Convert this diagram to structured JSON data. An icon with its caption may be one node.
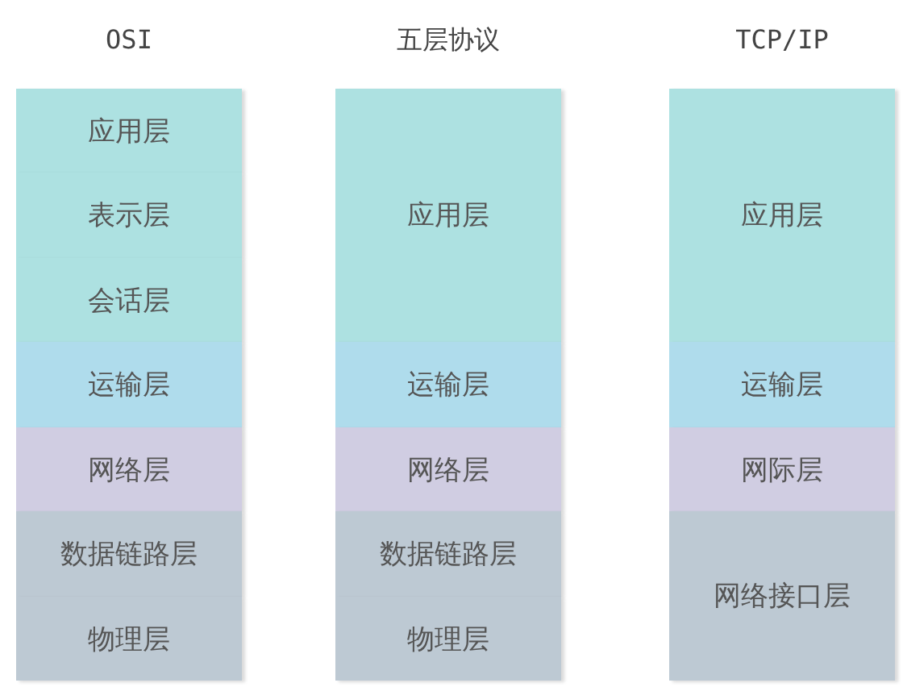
{
  "diagram": {
    "nodes": [
      {
        "text": [
          "应用层"
        ]
      },
      {
        "text": [
          "表示层"
        ]
      },
      {
        "text": [
          "会话层"
        ]
      },
      {
        "text": [
          "运输层"
        ]
      },
      {
        "text": [
          "网络层"
        ]
      },
      {
        "text": [
          "数据链路层"
        ]
      },
      {
        "text": [
          "物理层"
        ]
      },
      {
        "text": [
          "应用层"
        ]
      },
      {
        "text": [
          "运输层"
        ]
      },
      {
        "text": [
          "网络层"
        ]
      },
      {
        "text": [
          "数据链路层"
        ]
      },
      {
        "text": [
          "物理层"
        ]
      },
      {
        "text": [
          "应用层"
        ]
      },
      {
        "text": [
          "运输层"
        ]
      },
      {
        "text": [
          "网际层"
        ]
      },
      {
        "text": [
          "网络接口层"
        ]
      }
    ],
    "labels": [
      "OSI",
      "五层协议",
      "TCP/IP"
    ]
  }
}
